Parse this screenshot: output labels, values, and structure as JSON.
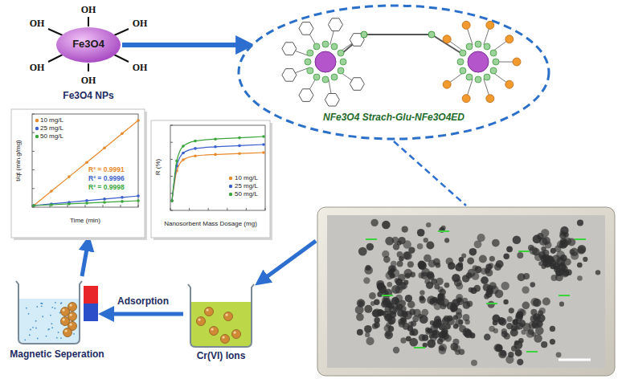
{
  "diagram": {
    "nodes": [
      {
        "text": [
          "Fe3O4",
          "Fe3O4 NPs"
        ]
      },
      {
        "text": [
          "NFe3O4 Strach-Glu-NFe3O4ED"
        ]
      },
      {
        "text": []
      },
      {
        "text": [
          "Cr(VI) Ions"
        ]
      },
      {
        "text": [
          "Magnetic Seperation"
        ]
      },
      {
        "text": [
          "10 mg/L",
          "25 mg/L",
          "50 mg/L",
          "R² = 0.9991",
          "R² = 0.9996",
          "R² = 0.9998",
          "Time (min)",
          "t/qt (min.g/mg)"
        ]
      },
      {
        "text": [
          "10 mg/L",
          "25 mg/L",
          "50 mg/L",
          "R (%)",
          "Nanosorbent Mass Dosage (mg)"
        ]
      }
    ],
    "edges": [
      {
        "from": 0,
        "to": 1,
        "arrow": "to"
      },
      {
        "from": 1,
        "to": 2,
        "arrow": "none"
      },
      {
        "from": 2,
        "to": 3,
        "arrow": "to"
      },
      {
        "from": 3,
        "to": 4,
        "arrow": "to",
        "label": "Adsorption"
      },
      {
        "from": 4,
        "to": 5,
        "arrow": "to"
      }
    ],
    "labels": [
      "OH",
      "OH",
      "OH",
      "OH",
      "OH",
      "OH"
    ]
  }
}
